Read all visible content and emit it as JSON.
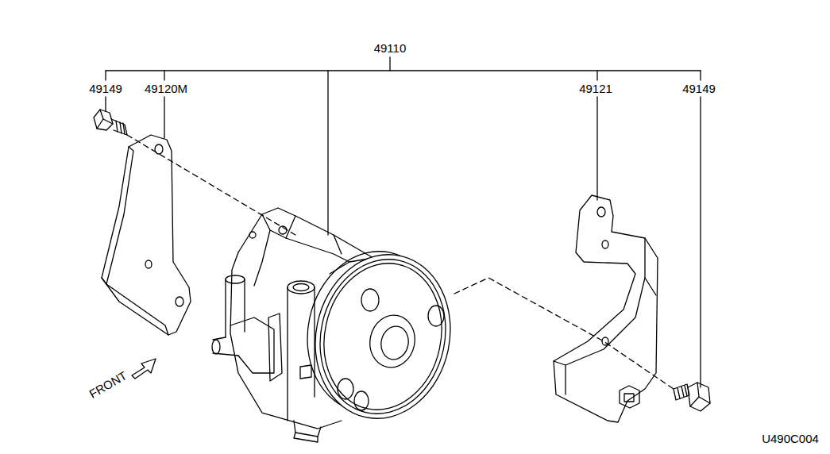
{
  "diagram": {
    "labels": [
      "49110",
      "49149",
      "49120M",
      "49121",
      "49149",
      "FRONT",
      "U490C004"
    ]
  }
}
